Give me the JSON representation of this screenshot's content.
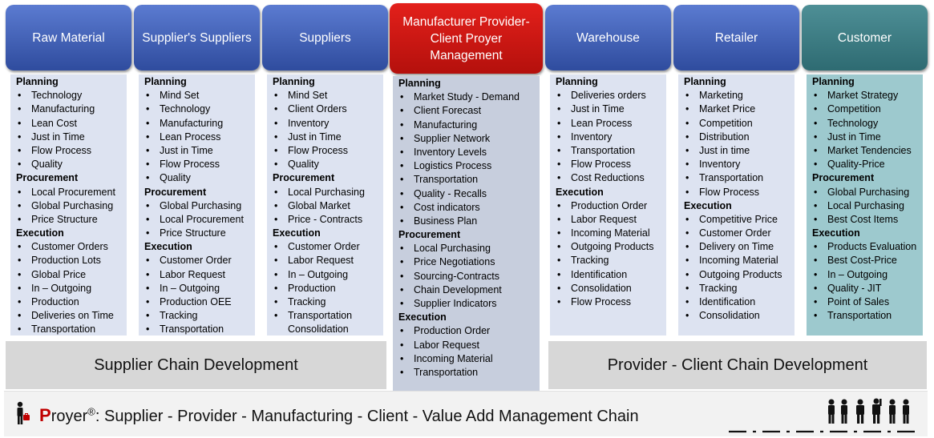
{
  "columns": [
    {
      "title": "Raw Material",
      "style": "blue",
      "sections": [
        {
          "heading": "Planning",
          "items": [
            "Technology",
            "Manufacturing",
            "Lean Cost",
            "Just in Time",
            "Flow Process",
            "Quality"
          ]
        },
        {
          "heading": "Procurement",
          "items": [
            "Local Procurement",
            "Global Purchasing",
            "Price Structure"
          ]
        },
        {
          "heading": "Execution",
          "items": [
            "Customer Orders",
            "Production Lots",
            "Global Price",
            "In – Outgoing",
            "Production",
            "Deliveries on Time",
            "Transportation"
          ]
        }
      ]
    },
    {
      "title": "Supplier's Suppliers",
      "style": "blue",
      "sections": [
        {
          "heading": "Planning",
          "items": [
            "Mind Set",
            "Technology",
            "Manufacturing",
            "Lean Process",
            "Just in Time",
            "Flow Process",
            "Quality"
          ]
        },
        {
          "heading": "Procurement",
          "items": [
            "Global Purchasing",
            "Local Procurement",
            "Price Structure"
          ]
        },
        {
          "heading": "Execution",
          "items": [
            "Customer Order",
            "Labor Request",
            "In – Outgoing",
            "Production OEE",
            "Tracking",
            "Transportation"
          ]
        }
      ]
    },
    {
      "title": "Suppliers",
      "style": "blue",
      "sections": [
        {
          "heading": "Planning",
          "items": [
            "Mind Set",
            "Client Orders",
            "Inventory",
            "Just in Time",
            "Flow Process",
            "Quality"
          ]
        },
        {
          "heading": "Procurement",
          "items": [
            "Local Purchasing",
            "Global Market",
            "Price - Contracts"
          ]
        },
        {
          "heading": "Execution",
          "items": [
            "Customer Order",
            "Labor Request",
            "In – Outgoing",
            "Production",
            "Tracking",
            "Transportation"
          ],
          "continuation": "Consolidation"
        }
      ]
    },
    {
      "title": "Manufacturer Provider-Client Proyer Management",
      "style": "red",
      "sections": [
        {
          "heading": "Planning",
          "items": [
            "Market Study - Demand",
            "Client Forecast",
            "Manufacturing",
            "Supplier Network",
            "Inventory Levels",
            "Logistics Process",
            "Transportation",
            "Quality - Recalls",
            "Cost indicators",
            "Business Plan"
          ]
        },
        {
          "heading": "Procurement",
          "items": [
            "Local Purchasing",
            "Price Negotiations",
            "Sourcing-Contracts",
            "Chain Development",
            "Supplier Indicators"
          ]
        },
        {
          "heading": "Execution",
          "items": [
            "Production Order",
            "Labor Request",
            "Incoming Material",
            "Transportation"
          ]
        }
      ]
    },
    {
      "title": "Warehouse",
      "style": "blue",
      "sections": [
        {
          "heading": "Planning",
          "items": [
            "Deliveries orders",
            "Just in Time",
            "Lean Process",
            "Inventory",
            "Transportation",
            "Flow Process",
            "Cost Reductions"
          ]
        },
        {
          "heading": "Execution",
          "items": [
            "Production Order",
            "Labor Request",
            "Incoming Material",
            "Outgoing Products",
            "Tracking",
            "Identification",
            "Consolidation",
            "Flow Process"
          ]
        }
      ]
    },
    {
      "title": "Retailer",
      "style": "blue",
      "sections": [
        {
          "heading": "Planning",
          "items": [
            "Marketing",
            "Market Price",
            "Competition",
            "Distribution",
            "Just in time",
            "Inventory",
            "Transportation",
            "Flow Process"
          ]
        },
        {
          "heading": "Execution",
          "items": [
            "Competitive Price",
            "Customer Order",
            "Delivery on Time",
            "Incoming Material",
            "Outgoing Products",
            "Tracking",
            "Identification",
            "Consolidation"
          ]
        }
      ]
    },
    {
      "title": "Customer",
      "style": "teal",
      "sections": [
        {
          "heading": "Planning",
          "items": [
            "Market Strategy",
            "Competition",
            "Technology",
            "Just in Time",
            "Market Tendencies",
            "Quality-Price"
          ]
        },
        {
          "heading": "Procurement",
          "items": [
            "Global Purchasing",
            "Local Purchasing",
            "Best Cost Items"
          ]
        },
        {
          "heading": "Execution",
          "items": [
            "Products Evaluation",
            "Best Cost-Price",
            "In – Outgoing",
            "Quality - JIT",
            "Point of Sales",
            "Transportation"
          ]
        }
      ]
    }
  ],
  "bands": {
    "left": "Supplier Chain Development",
    "right": "Provider - Client Chain Development"
  },
  "footer": {
    "brand_initial": "P",
    "brand_rest": "royer",
    "registered": "®",
    "tagline": ": Supplier - Provider - Manufacturing - Client - Value Add Management Chain"
  },
  "colors": {
    "header_blue": "#3a5bb5",
    "header_red": "#c8150f",
    "header_teal": "#3e7e85",
    "panel_blue": "#dde3f1",
    "panel_center": "#c7cedd",
    "panel_teal": "#9dc9ce",
    "band_gray": "#d7d7d7",
    "brand_red": "#c00000"
  },
  "icons": [
    "person-with-briefcase-icon",
    "people-group-icon"
  ]
}
